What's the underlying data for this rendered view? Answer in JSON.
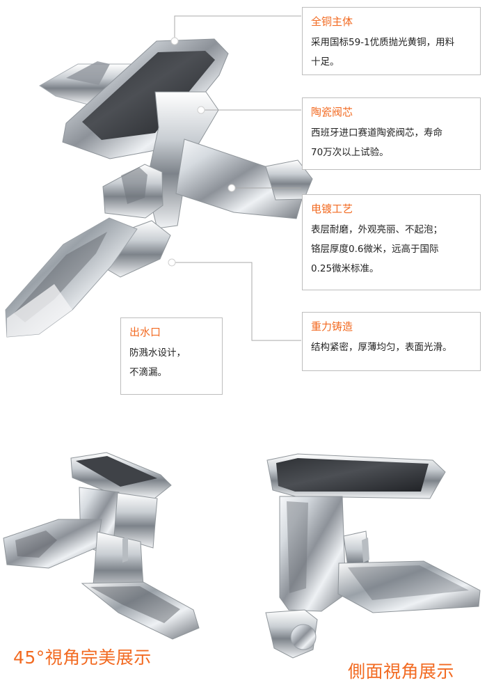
{
  "colors": {
    "accent": "#f26a21",
    "text": "#222222",
    "border": "#bdbdbd",
    "metal_dark": "#4d4f53",
    "metal_light": "#d9dde0"
  },
  "callouts": {
    "copper_body": {
      "title": "全铜主体",
      "text": "采用国标59-1优质抛光黄铜，用料\n十足。"
    },
    "ceramic_valve": {
      "title": "陶瓷阀芯",
      "text": "西班牙进口赛道陶瓷阀芯，寿命\n70万次以上试验。"
    },
    "plating_process": {
      "title": "电镀工艺",
      "text": "表层耐磨，外观亮丽、不起泡；\n铬层厚度0.6微米，远高于国际\n0.25微米标准。"
    },
    "outlet": {
      "title": "出水口",
      "text": "防溅水设计，\n不滴漏。"
    },
    "gravity_casting": {
      "title": "重力铸造",
      "text": "结构紧密，厚薄均匀，表面光滑。"
    }
  },
  "captions": {
    "angle_view": "45°視角完美展示",
    "side_view": "側面視角展示"
  }
}
